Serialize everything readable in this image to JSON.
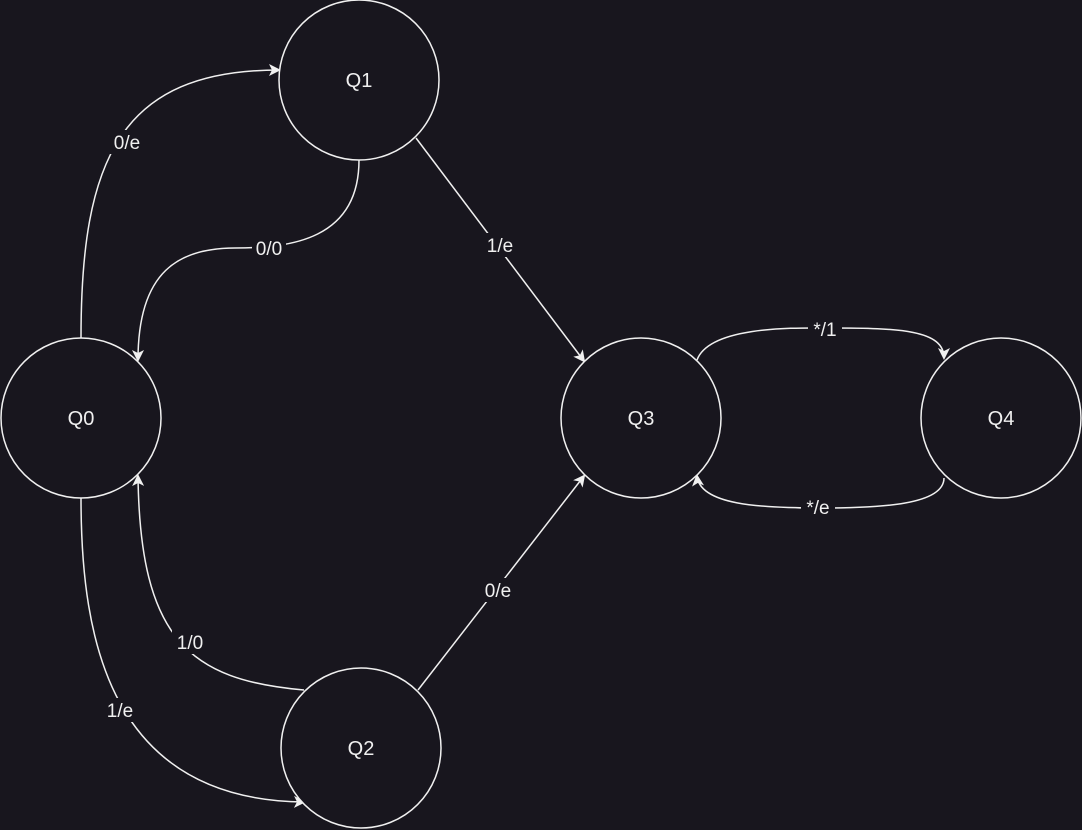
{
  "diagram": {
    "states": [
      {
        "id": "q0",
        "label": "Q0"
      },
      {
        "id": "q1",
        "label": "Q1"
      },
      {
        "id": "q2",
        "label": "Q2"
      },
      {
        "id": "q3",
        "label": "Q3"
      },
      {
        "id": "q4",
        "label": "Q4"
      }
    ],
    "transitions": [
      {
        "from": "Q0",
        "to": "Q1",
        "label": "0/e"
      },
      {
        "from": "Q1",
        "to": "Q0",
        "label": "0/0"
      },
      {
        "from": "Q1",
        "to": "Q3",
        "label": "1/e"
      },
      {
        "from": "Q0",
        "to": "Q2",
        "label": "1/e"
      },
      {
        "from": "Q2",
        "to": "Q0",
        "label": "1/0"
      },
      {
        "from": "Q2",
        "to": "Q3",
        "label": "0/e"
      },
      {
        "from": "Q3",
        "to": "Q4",
        "label": "*/1"
      },
      {
        "from": "Q4",
        "to": "Q3",
        "label": "*/e"
      }
    ],
    "colors": {
      "background": "#18161e",
      "stroke": "#f0f0f0"
    }
  }
}
